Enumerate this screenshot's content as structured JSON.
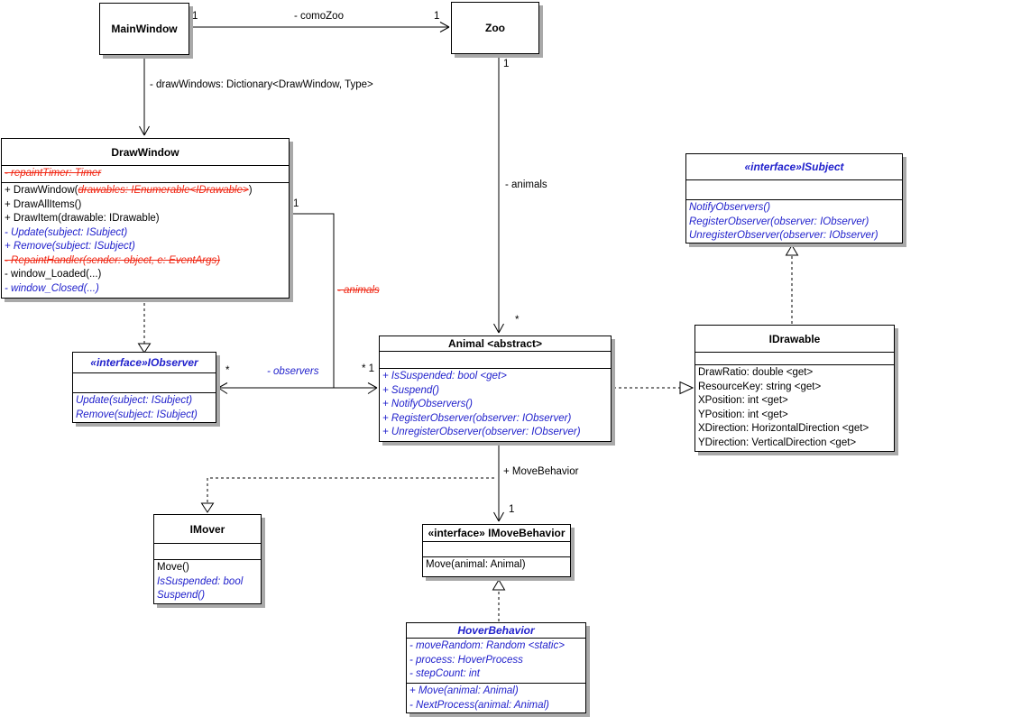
{
  "diagram_title": "Zoo observer/strategy UML class diagram",
  "colors": {
    "member_blue": "#2121cc",
    "member_removed_red": "#f02613",
    "box_border": "#000000",
    "box_shadow": "#a9a9a9",
    "background": "#ffffff"
  },
  "classes": {
    "mainwindow": {
      "title": "MainWindow",
      "attributes": [],
      "methods": []
    },
    "zoo": {
      "title": "Zoo",
      "attributes": [],
      "methods": []
    },
    "drawwindow": {
      "title": "DrawWindow",
      "attributes": [
        [
          {
            "t": "- repaintTimer: Timer",
            "s": "red"
          }
        ]
      ],
      "methods": [
        [
          {
            "t": "+ DrawWindow(",
            "s": "plain"
          },
          {
            "t": "drawables: IEnumerable<IDrawable>",
            "s": "red"
          },
          {
            "t": ")",
            "s": "plain"
          }
        ],
        [
          {
            "t": "+ DrawAllItems()",
            "s": "plain"
          }
        ],
        [
          {
            "t": "+ DrawItem(drawable: IDrawable)",
            "s": "plain"
          }
        ],
        [
          {
            "t": "- Update(subject: ISubject)",
            "s": "blue"
          }
        ],
        [
          {
            "t": "+ Remove(subject: ISubject)",
            "s": "blue"
          }
        ],
        [
          {
            "t": "- RepaintHandler(sender: object, e: EventArgs)",
            "s": "red"
          }
        ],
        [
          {
            "t": "- window_Loaded(...)",
            "s": "plain"
          }
        ],
        [
          {
            "t": "- window_Closed(...)",
            "s": "blue"
          }
        ]
      ]
    },
    "iobserver": {
      "title": "«interface»IObserver",
      "attributes": [],
      "methods": [
        [
          {
            "t": "Update(subject: ISubject)",
            "s": "blue"
          }
        ],
        [
          {
            "t": "Remove(subject: ISubject)",
            "s": "blue"
          }
        ]
      ]
    },
    "isubject": {
      "title": "«interface»ISubject",
      "attributes": [],
      "methods": [
        [
          {
            "t": "NotifyObservers()",
            "s": "blue"
          }
        ],
        [
          {
            "t": "RegisterObserver(observer: IObserver)",
            "s": "blue"
          }
        ],
        [
          {
            "t": "UnregisterObserver(observer: IObserver)",
            "s": "blue"
          }
        ]
      ]
    },
    "animal": {
      "title": "Animal <abstract>",
      "attributes": [],
      "methods": [
        [
          {
            "t": "+ IsSuspended: bool <get>",
            "s": "blue"
          }
        ],
        [
          {
            "t": "+ Suspend()",
            "s": "blue"
          }
        ],
        [
          {
            "t": "+ NotifyObservers()",
            "s": "blue"
          }
        ],
        [
          {
            "t": "+ RegisterObserver(observer: IObserver)",
            "s": "blue"
          }
        ],
        [
          {
            "t": "+ UnregisterObserver(observer: IObserver)",
            "s": "blue"
          }
        ]
      ]
    },
    "idrawable": {
      "title": "IDrawable",
      "attributes": [],
      "methods": [
        [
          {
            "t": "DrawRatio: double <get>",
            "s": "plain"
          }
        ],
        [
          {
            "t": "ResourceKey: string <get>",
            "s": "plain"
          }
        ],
        [
          {
            "t": "XPosition: int <get>",
            "s": "plain"
          }
        ],
        [
          {
            "t": "YPosition: int <get>",
            "s": "plain"
          }
        ],
        [
          {
            "t": "XDirection: HorizontalDirection <get>",
            "s": "plain"
          }
        ],
        [
          {
            "t": "YDirection: VerticalDirection <get>",
            "s": "plain"
          }
        ]
      ]
    },
    "imover": {
      "title": "IMover",
      "attributes": [],
      "methods": [
        [
          {
            "t": "Move()",
            "s": "plain"
          }
        ],
        [
          {
            "t": "IsSuspended: bool",
            "s": "blue"
          }
        ],
        [
          {
            "t": "Suspend()",
            "s": "blue"
          }
        ]
      ]
    },
    "imovebehavior": {
      "title": "«interface» IMoveBehavior",
      "attributes": [],
      "methods": [
        [
          {
            "t": "Move(animal: Animal)",
            "s": "plain"
          }
        ]
      ]
    },
    "hoverbehavior": {
      "title": "HoverBehavior",
      "attributes": [
        [
          {
            "t": "- moveRandom: Random <static>",
            "s": "blue"
          }
        ],
        [
          {
            "t": "- process: HoverProcess",
            "s": "blue"
          }
        ],
        [
          {
            "t": "- stepCount: int",
            "s": "blue"
          }
        ]
      ],
      "methods": [
        [
          {
            "t": "+ Move(animal: Animal)",
            "s": "blue"
          }
        ],
        [
          {
            "t": "- NextProcess(animal: Animal)",
            "s": "blue"
          }
        ]
      ]
    }
  },
  "labels": {
    "mw_mult": "1",
    "como_zoo": "- comoZoo",
    "zoo_mult_left": "1",
    "draw_windows": "- drawWindows: Dictionary<DrawWindow, Type>",
    "zoo_mult_bottom": "1",
    "animals_black": "- animals",
    "animal_mult_top": "*",
    "dw_mult": "1",
    "animals_red": "- animals",
    "observer_mult": "*",
    "observers": "- observers",
    "animal_mult_left": "* 1",
    "move_behavior": "+ MoveBehavior",
    "movebehavior_mult": "1"
  }
}
